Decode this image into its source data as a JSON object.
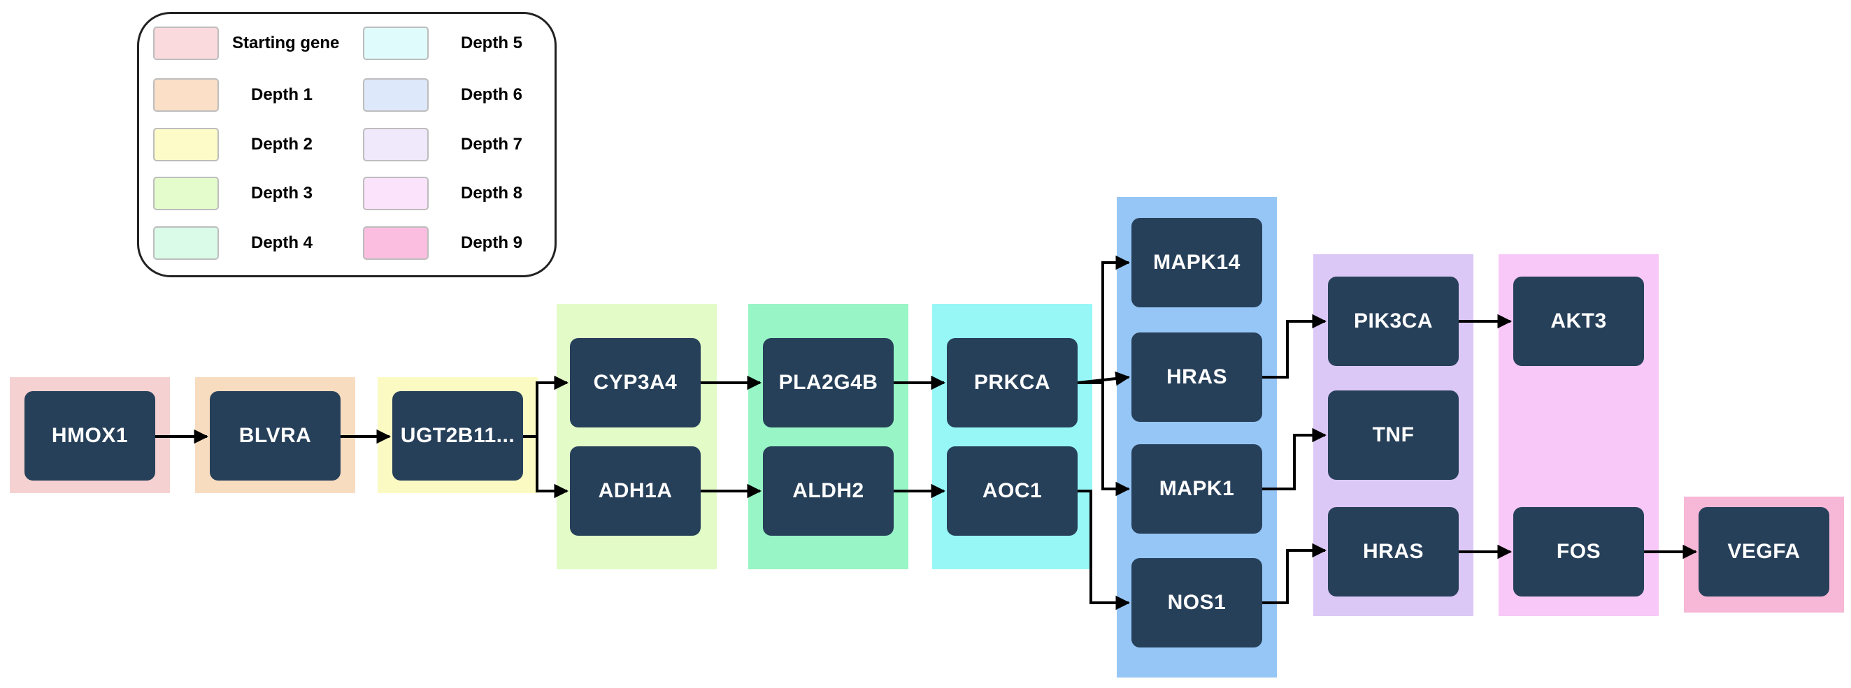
{
  "legend": {
    "items": [
      {
        "label": "Starting gene",
        "color": "#fadadd"
      },
      {
        "label": "Depth 1",
        "color": "#fbe0c7"
      },
      {
        "label": "Depth 2",
        "color": "#fdfcc9"
      },
      {
        "label": "Depth 3",
        "color": "#e4fbcc"
      },
      {
        "label": "Depth 4",
        "color": "#d9fbe8"
      },
      {
        "label": "Depth 5",
        "color": "#dffbfb"
      },
      {
        "label": "Depth 6",
        "color": "#dde9fa"
      },
      {
        "label": "Depth 7",
        "color": "#f0e8fb"
      },
      {
        "label": "Depth 8",
        "color": "#fbe3fb"
      },
      {
        "label": "Depth 9",
        "color": "#fbbee0"
      }
    ]
  },
  "columns": [
    {
      "depth": "Starting gene",
      "color": "#f6d1d1",
      "genes": [
        "HMOX1"
      ]
    },
    {
      "depth": "Depth 1",
      "color": "#f8dcc0",
      "genes": [
        "BLVRA"
      ]
    },
    {
      "depth": "Depth 2",
      "color": "#fbfac3",
      "genes": [
        "UGT2B11..."
      ]
    },
    {
      "depth": "Depth 3",
      "color": "#e2fbc7",
      "genes": [
        "CYP3A4",
        "ADH1A"
      ]
    },
    {
      "depth": "Depth 4",
      "color": "#98f5c5",
      "genes": [
        "PLA2G4B",
        "ALDH2"
      ]
    },
    {
      "depth": "Depth 5",
      "color": "#97f7f7",
      "genes": [
        "PRKCA",
        "AOC1"
      ]
    },
    {
      "depth": "Depth 6",
      "color": "#96c6f6",
      "genes": [
        "MAPK14",
        "HRAS",
        "MAPK1",
        "NOS1"
      ]
    },
    {
      "depth": "Depth 7",
      "color": "#dcc8f6",
      "genes": [
        "PIK3CA",
        "TNF",
        "HRAS"
      ]
    },
    {
      "depth": "Depth 8",
      "color": "#f8c8f8",
      "genes": [
        "AKT3",
        "FOS"
      ]
    },
    {
      "depth": "Depth 9",
      "color": "#f7b7d6",
      "genes": [
        "VEGFA"
      ]
    }
  ],
  "edges": [
    [
      "HMOX1",
      "BLVRA"
    ],
    [
      "BLVRA",
      "UGT2B11..."
    ],
    [
      "UGT2B11...",
      "CYP3A4"
    ],
    [
      "UGT2B11...",
      "ADH1A"
    ],
    [
      "CYP3A4",
      "PLA2G4B"
    ],
    [
      "ADH1A",
      "ALDH2"
    ],
    [
      "PLA2G4B",
      "PRKCA"
    ],
    [
      "ALDH2",
      "AOC1"
    ],
    [
      "PRKCA",
      "MAPK14"
    ],
    [
      "PRKCA",
      "HRAS"
    ],
    [
      "PRKCA",
      "MAPK1"
    ],
    [
      "AOC1",
      "NOS1"
    ],
    [
      "HRAS",
      "PIK3CA"
    ],
    [
      "MAPK1",
      "TNF"
    ],
    [
      "NOS1",
      "HRAS (Depth 7)"
    ],
    [
      "PIK3CA",
      "AKT3"
    ],
    [
      "HRAS (Depth 7)",
      "FOS"
    ],
    [
      "FOS",
      "VEGFA"
    ]
  ],
  "style": {
    "node_color": "#27405a",
    "edge_color": "#000000"
  }
}
